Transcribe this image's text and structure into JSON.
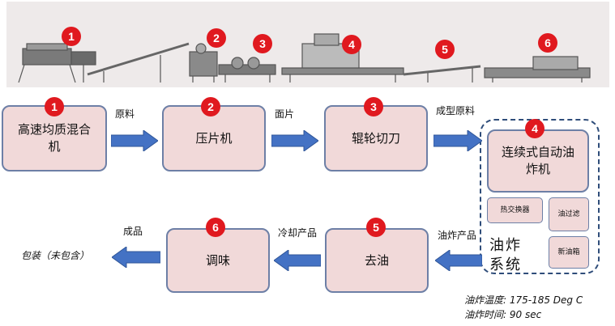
{
  "colors": {
    "badge": "#e0191f",
    "box_fill": "#f1d9d9",
    "box_border": "#6d7fa6",
    "arrow": "#4472c4",
    "system_border": "#2f4d7a"
  },
  "banner": {
    "badges": [
      "1",
      "2",
      "3",
      "4",
      "5",
      "6"
    ]
  },
  "steps": [
    {
      "num": "1",
      "label": "高速均质混合机"
    },
    {
      "num": "2",
      "label": "压片机"
    },
    {
      "num": "3",
      "label": "辊轮切刀"
    },
    {
      "num": "4",
      "label": "连续式自动油炸机"
    },
    {
      "num": "5",
      "label": "去油"
    },
    {
      "num": "6",
      "label": "调味"
    }
  ],
  "flow_labels": {
    "raw_material": "原料",
    "dough_sheet": "面片",
    "shaped_material": "成型原料",
    "fried_product": "油炸产品",
    "cooled_product": "冷却产品",
    "finished_product": "成品",
    "packaging": "包装（未包含）"
  },
  "frying_system": {
    "title": "油炸系统",
    "heat_exchanger": "热交换器",
    "oil_filter": "油过滤",
    "fresh_oil_tank": "新油箱"
  },
  "notes": {
    "frying_temperature": "油炸温度: 175-185 Deg C",
    "frying_time": "油炸时间: 90 sec"
  }
}
